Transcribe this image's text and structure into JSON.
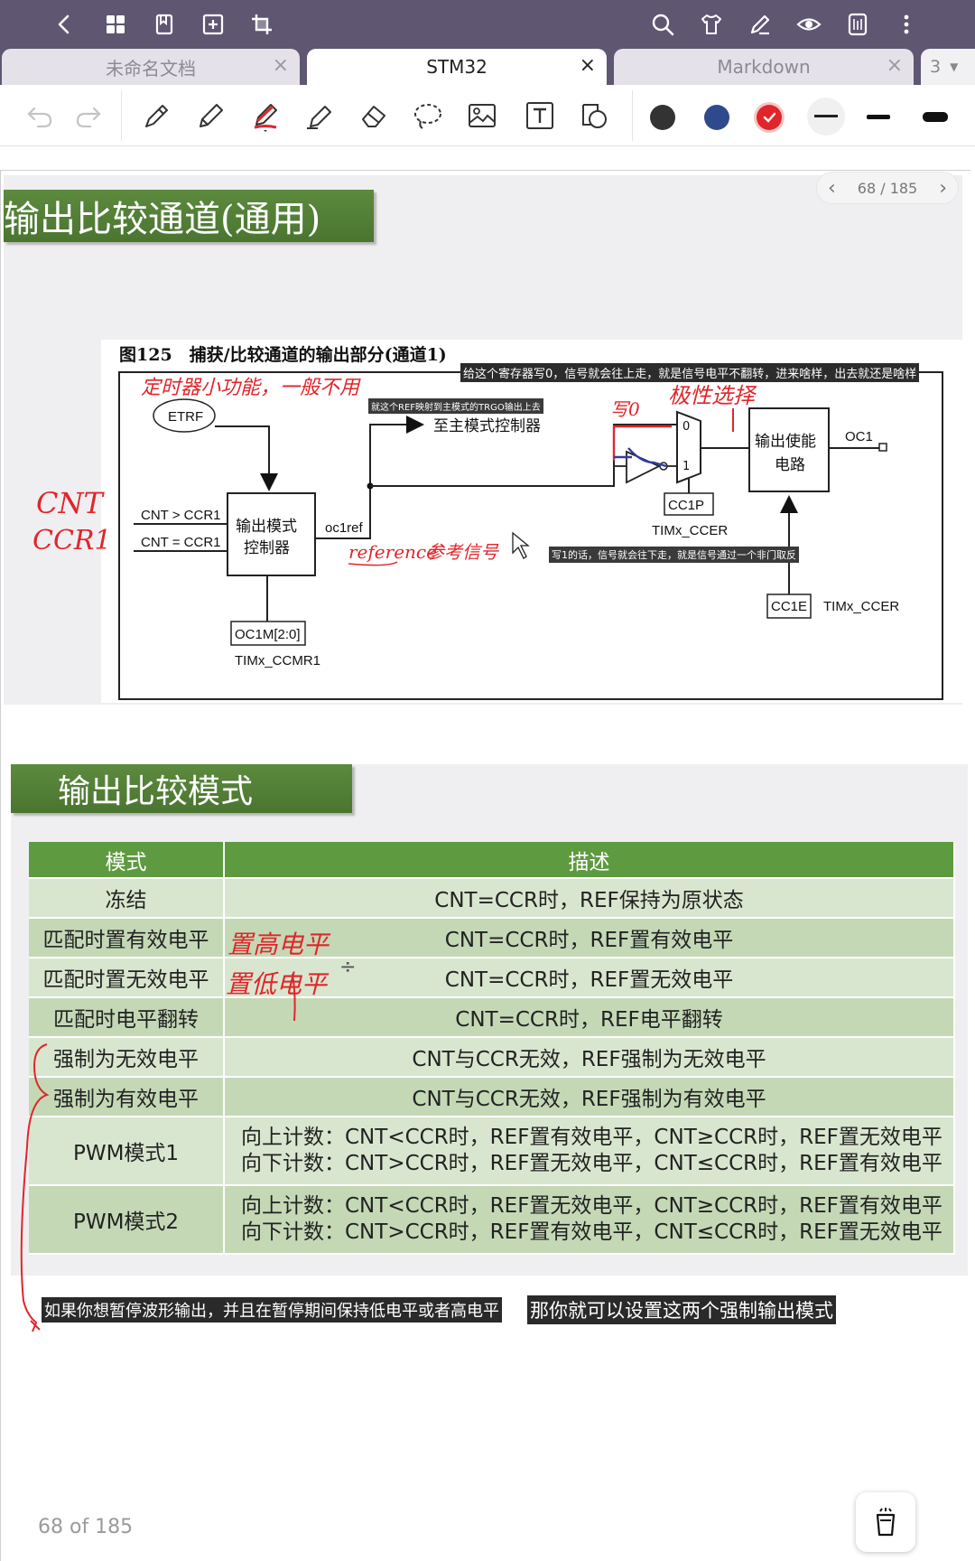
{
  "tabs": [
    {
      "label": "未命名文档",
      "close": "×"
    },
    {
      "label": "STM32",
      "close": "×"
    },
    {
      "label": "Markdown",
      "close": "×"
    }
  ],
  "tab_count": "3",
  "colors": {
    "topbar": "#5f5672",
    "green": "#5e9a40",
    "ink_red": "#e0262b",
    "ink_blue": "#2f3d9c",
    "swatch_black": "#333333",
    "swatch_blue": "#2f4a8c",
    "swatch_red": "#e0262b"
  },
  "pager": {
    "label": "68 / 185",
    "prev": "‹",
    "next": "›"
  },
  "slide1": {
    "title": "输出比较通道(通用)",
    "caption": "图125　捕获/比较通道的输出部分(通道1)",
    "diagram": {
      "etrf": "ETRF",
      "cnt_gt": "CNT > CCR1",
      "cnt_eq": "CNT = CCR1",
      "controller": [
        "输出模式",
        "控制器"
      ],
      "oc1ref": "oc1ref",
      "ocm": "OC1M[2:0]",
      "ccmr": "TIMx_CCMR1",
      "master": "至主模式控制器",
      "mux0": "0",
      "mux1": "1",
      "cc1p": "CC1P",
      "ccer1": "TIMx_CCER",
      "enable": [
        "输出使能",
        "电路"
      ],
      "oc1": "OC1",
      "cc1e": "CC1E",
      "ccer2": "TIMx_CCER"
    },
    "notes": {
      "top_right": "给这个寄存器写0，信号就会往上走，就是信号电平不翻转，进来啥样，出去就还是啥样",
      "ref_trgo": "就这个REF映射到主模式的TRGO输出上去",
      "write1": "写1的话，信号就会往下走，就是信号通过一个非门取反"
    },
    "ink": {
      "etrf_note": "定时器小功能，一般不用",
      "cnt": "CNT",
      "ccr": "CCR1",
      "write0": "写0",
      "polarity": "极性选择",
      "reference": "reference",
      "ref_signal": "参考信号"
    }
  },
  "slide2": {
    "title": "输出比较模式",
    "headers": [
      "模式",
      "描述"
    ],
    "rows": [
      {
        "mode": "冻结",
        "desc": [
          "CNT=CCR时，REF保持为原状态"
        ]
      },
      {
        "mode": "匹配时置有效电平",
        "desc": [
          "CNT=CCR时，REF置有效电平"
        ]
      },
      {
        "mode": "匹配时置无效电平",
        "desc": [
          "CNT=CCR时，REF置无效电平"
        ]
      },
      {
        "mode": "匹配时电平翻转",
        "desc": [
          "CNT=CCR时，REF电平翻转"
        ]
      },
      {
        "mode": "强制为无效电平",
        "desc": [
          "CNT与CCR无效，REF强制为无效电平"
        ]
      },
      {
        "mode": "强制为有效电平",
        "desc": [
          "CNT与CCR无效，REF强制为有效电平"
        ]
      },
      {
        "mode": "PWM模式1",
        "desc": [
          "向上计数：CNT<CCR时，REF置有效电平，CNT≥CCR时，REF置无效电平",
          "向下计数：CNT>CCR时，REF置无效电平，CNT≤CCR时，REF置有效电平"
        ]
      },
      {
        "mode": "PWM模式2",
        "desc": [
          "向上计数：CNT<CCR时，REF置无效电平，CNT≥CCR时，REF置有效电平",
          "向下计数：CNT>CCR时，REF置有效电平，CNT≤CCR时，REF置无效电平"
        ]
      }
    ],
    "ink": {
      "high": "置高电平",
      "low": "置低电平"
    },
    "notes": {
      "left": "如果你想暂停波形输出，并且在暂停期间保持低电平或者高电平",
      "right": "那你就可以设置这两个强制输出模式"
    }
  },
  "page_label": "68 of 185"
}
